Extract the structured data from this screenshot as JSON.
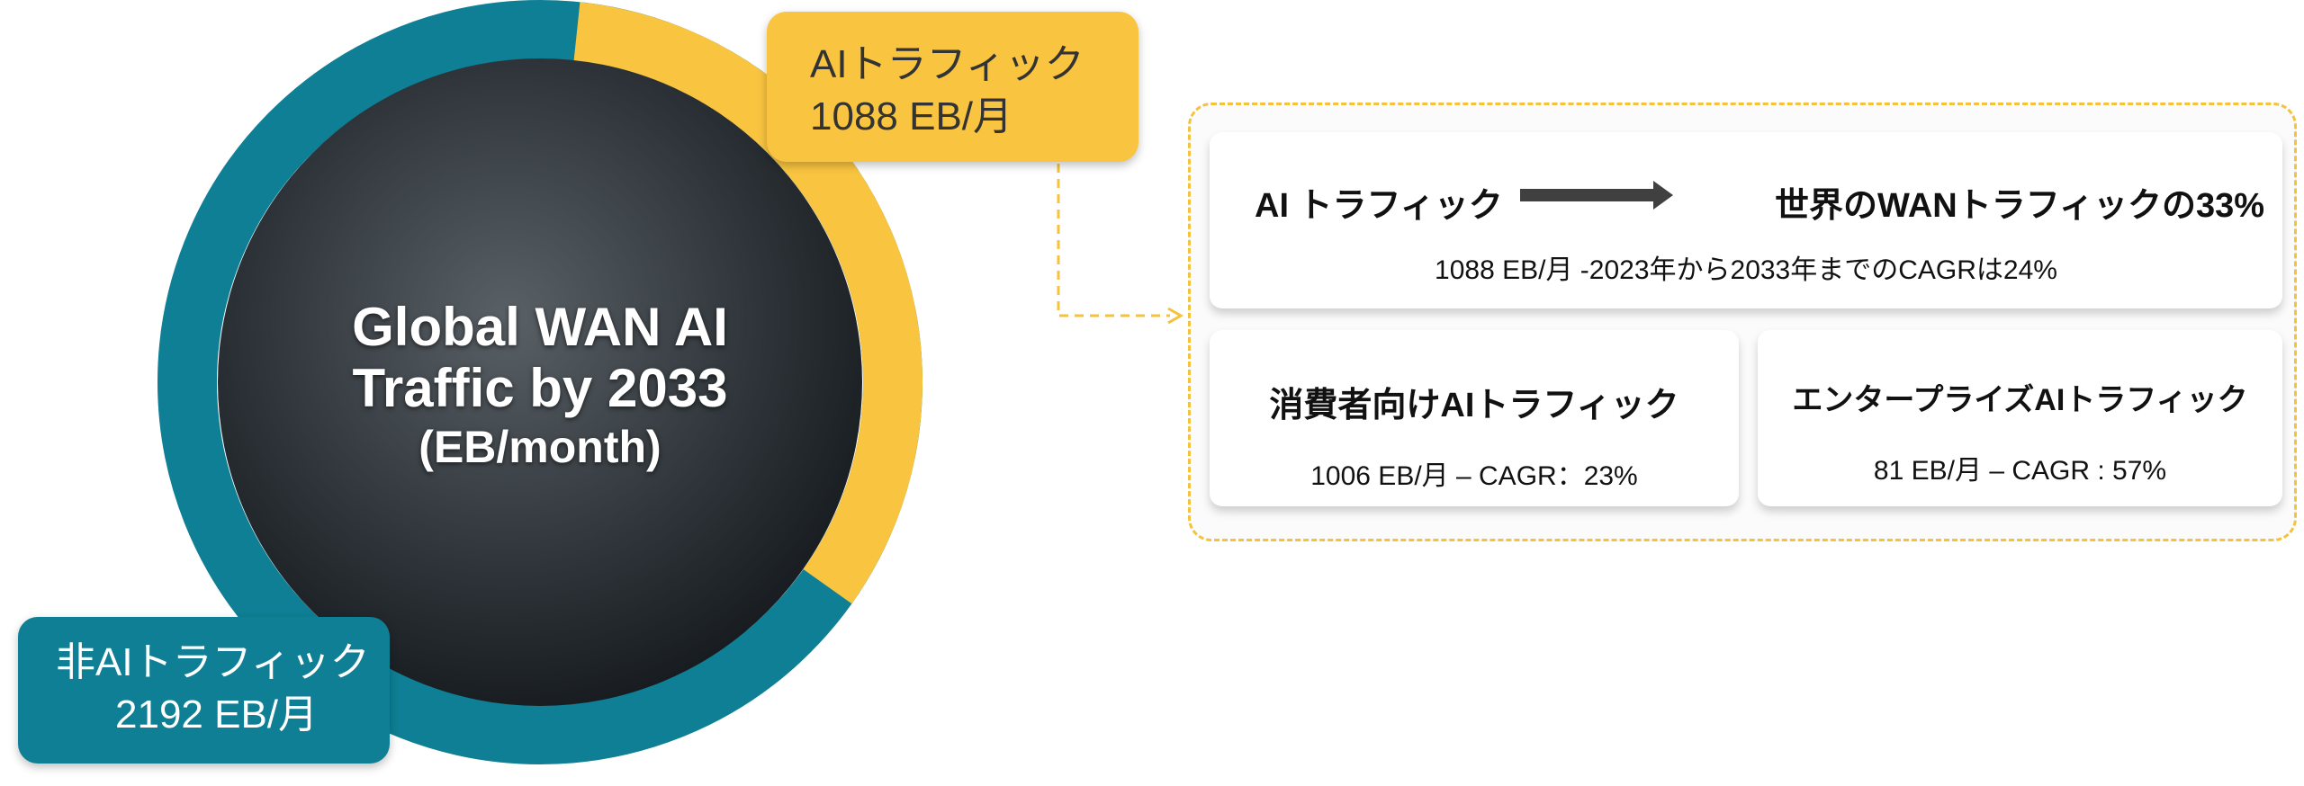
{
  "center": {
    "line1": "Global WAN AI",
    "line2": "Traffic by 2033",
    "line3": "(EB/month)"
  },
  "ai_label": {
    "title": "AIトラフィック",
    "value": "1088 EB/月"
  },
  "non_ai_label": {
    "title": "非AIトラフィック",
    "value": "2192 EB/月"
  },
  "ring": {
    "ai_value": 1088,
    "non_ai_value": 2192,
    "ai_color": "#f9c440",
    "non_ai_color": "#0e7f94"
  },
  "top_card": {
    "left": "AI トラフィック",
    "right": "世界のWANトラフィックの33%",
    "detail": "1088 EB/月 -2023年から2033年までのCAGRは24%"
  },
  "consumer_card": {
    "title": "消費者向けAIトラフィック",
    "detail": "1006 EB/月 – CAGR：23%"
  },
  "enterprise_card": {
    "title": "エンタープライズAIトラフィック",
    "detail": "81 EB/月 – CAGR : 57%"
  }
}
